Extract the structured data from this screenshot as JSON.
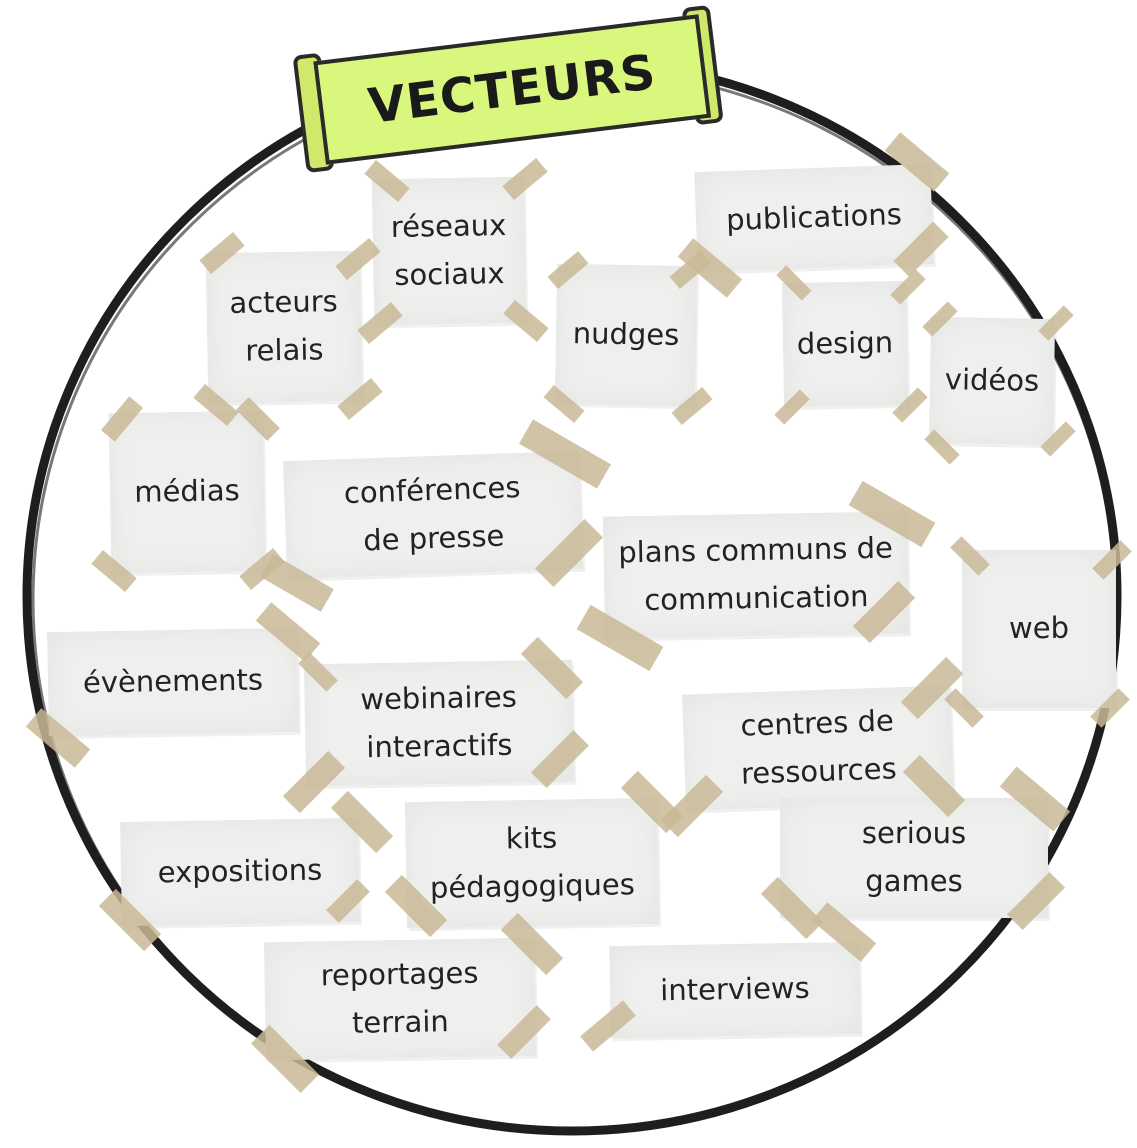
{
  "title": "VECTEURS",
  "colors": {
    "banner": "#d9f77c",
    "note": "#efefee",
    "tape": "#c8b996",
    "circle": "#222222"
  },
  "notes": [
    {
      "label": "réseaux\nsociaux"
    },
    {
      "label": "publications"
    },
    {
      "label": "acteurs\nrelais"
    },
    {
      "label": "nudges"
    },
    {
      "label": "design"
    },
    {
      "label": "vidéos"
    },
    {
      "label": "médias"
    },
    {
      "label": "conférences\nde presse"
    },
    {
      "label": "plans communs de\ncommunication"
    },
    {
      "label": "web"
    },
    {
      "label": "évènements"
    },
    {
      "label": "webinaires\ninteractifs"
    },
    {
      "label": "centres de\nressources"
    },
    {
      "label": "expositions"
    },
    {
      "label": "kits\npédagogiques"
    },
    {
      "label": "serious\ngames"
    },
    {
      "label": "reportages\nterrain"
    },
    {
      "label": "interviews"
    }
  ]
}
